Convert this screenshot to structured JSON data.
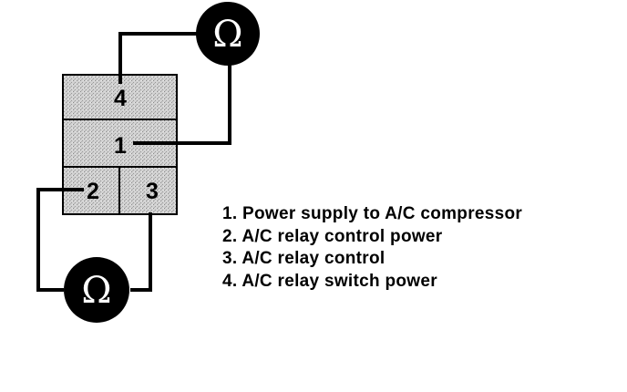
{
  "connector": {
    "pins": [
      {
        "id": "pin-4",
        "label": "4"
      },
      {
        "id": "pin-1",
        "label": "1"
      },
      {
        "id": "pin-2",
        "label": "2"
      },
      {
        "id": "pin-3",
        "label": "3"
      }
    ]
  },
  "meters": {
    "symbol": "Ω"
  },
  "legend": {
    "items": [
      "1. Power supply to A/C compressor",
      "2. A/C relay control power",
      "3. A/C relay control",
      "4. A/C relay switch power"
    ]
  },
  "colors": {
    "ink": "#000000",
    "connector_fill": "#c9c9c9",
    "background": "#ffffff"
  }
}
